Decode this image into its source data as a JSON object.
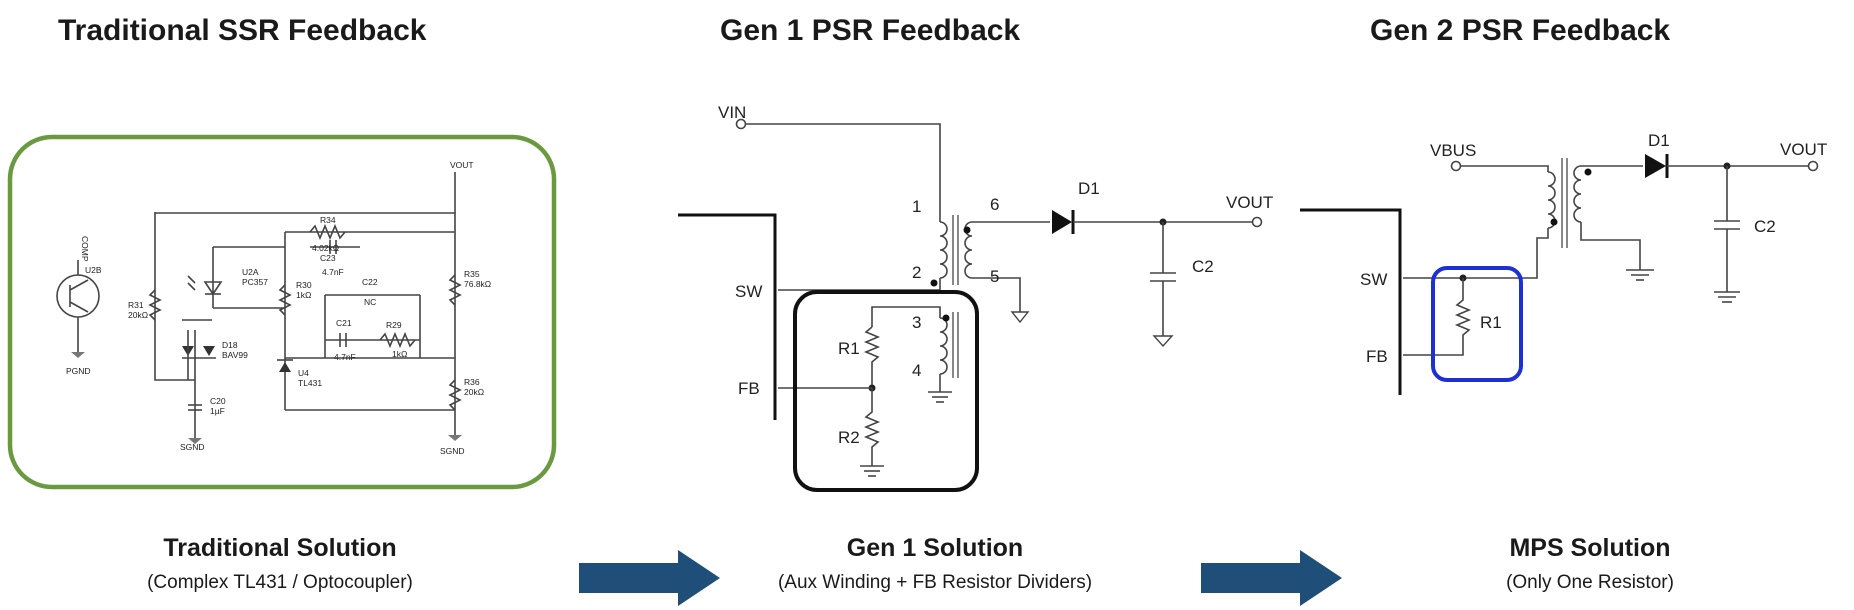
{
  "panels": [
    {
      "title": "Traditional SSR Feedback",
      "solution": "Traditional Solution",
      "subtitle": "(Complex TL431 / Optocoupler)",
      "box_color": "#6a9a3f",
      "labels": {
        "vout": "VOUT",
        "comp": "COMP",
        "u2b": "U2B",
        "pgnd": "PGND",
        "r31": "R31",
        "r31v": "20kΩ",
        "d18": "D18",
        "d18v": "BAV99",
        "c20": "C20",
        "c20v": "1µF",
        "sgnd1": "SGND",
        "u2a": "U2A",
        "u2av": "PC357",
        "r30": "R30",
        "r30v": "1kΩ",
        "r34": "R34",
        "r34v": "4.02kΩ",
        "c23": "C23",
        "c23v": "4.7nF",
        "c22": "C22",
        "c22v": "NC",
        "c21": "C21",
        "c21v": "4.7nF",
        "r29": "R29",
        "r29v": "1kΩ",
        "u4": "U4",
        "u4v": "TL431",
        "r35": "R35",
        "r35v": "76.8kΩ",
        "r36": "R36",
        "r36v": "20kΩ",
        "sgnd2": "SGND"
      }
    },
    {
      "title": "Gen 1 PSR Feedback",
      "solution": "Gen 1 Solution",
      "subtitle": "(Aux Winding + FB Resistor Dividers)",
      "box_color": "#111111",
      "labels": {
        "vin": "VIN",
        "sw": "SW",
        "fb": "FB",
        "vout": "VOUT",
        "d1": "D1",
        "c2": "C2",
        "r1": "R1",
        "r2": "R2",
        "p1": "1",
        "p2": "2",
        "p3": "3",
        "p4": "4",
        "p5": "5",
        "p6": "6"
      }
    },
    {
      "title": "Gen 2 PSR Feedback",
      "solution": "MPS Solution",
      "subtitle": "(Only One Resistor)",
      "box_color": "#1f2fd6",
      "labels": {
        "vbus": "VBUS",
        "sw": "SW",
        "fb": "FB",
        "vout": "VOUT",
        "d1": "D1",
        "c2": "C2",
        "r1": "R1"
      }
    }
  ],
  "arrow_color": "#1f4e79"
}
